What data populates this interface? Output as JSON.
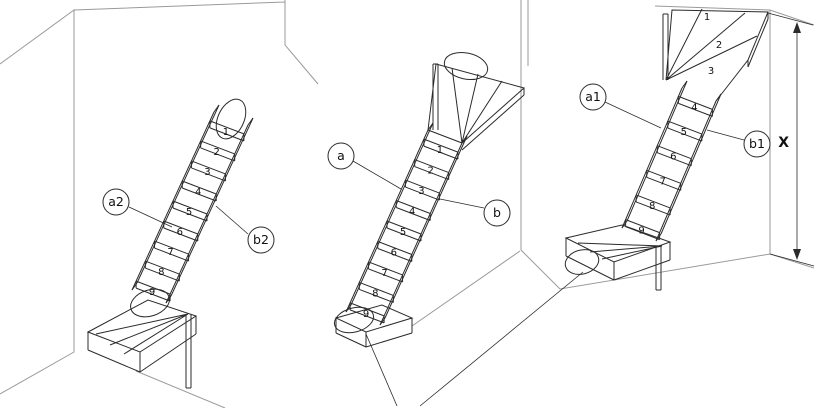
{
  "labels": {
    "a2": "a2",
    "b2": "b2",
    "a": "a",
    "b": "b",
    "a1": "a1",
    "b1": "b1",
    "dimension": "X"
  },
  "stairs": {
    "left": {
      "steps": [
        "1",
        "2",
        "3",
        "4",
        "5",
        "6",
        "7",
        "8",
        "9"
      ]
    },
    "middle": {
      "steps": [
        "1",
        "2",
        "3",
        "4",
        "5",
        "6",
        "7",
        "8",
        "9"
      ]
    },
    "right": {
      "winder_steps": [
        "1",
        "2",
        "3"
      ],
      "flight_steps": [
        "4",
        "5",
        "6",
        "7",
        "8",
        "9"
      ]
    }
  },
  "colors": {
    "line": "#2b2b2b",
    "wall": "#9a9a9a",
    "background": "#ffffff"
  }
}
